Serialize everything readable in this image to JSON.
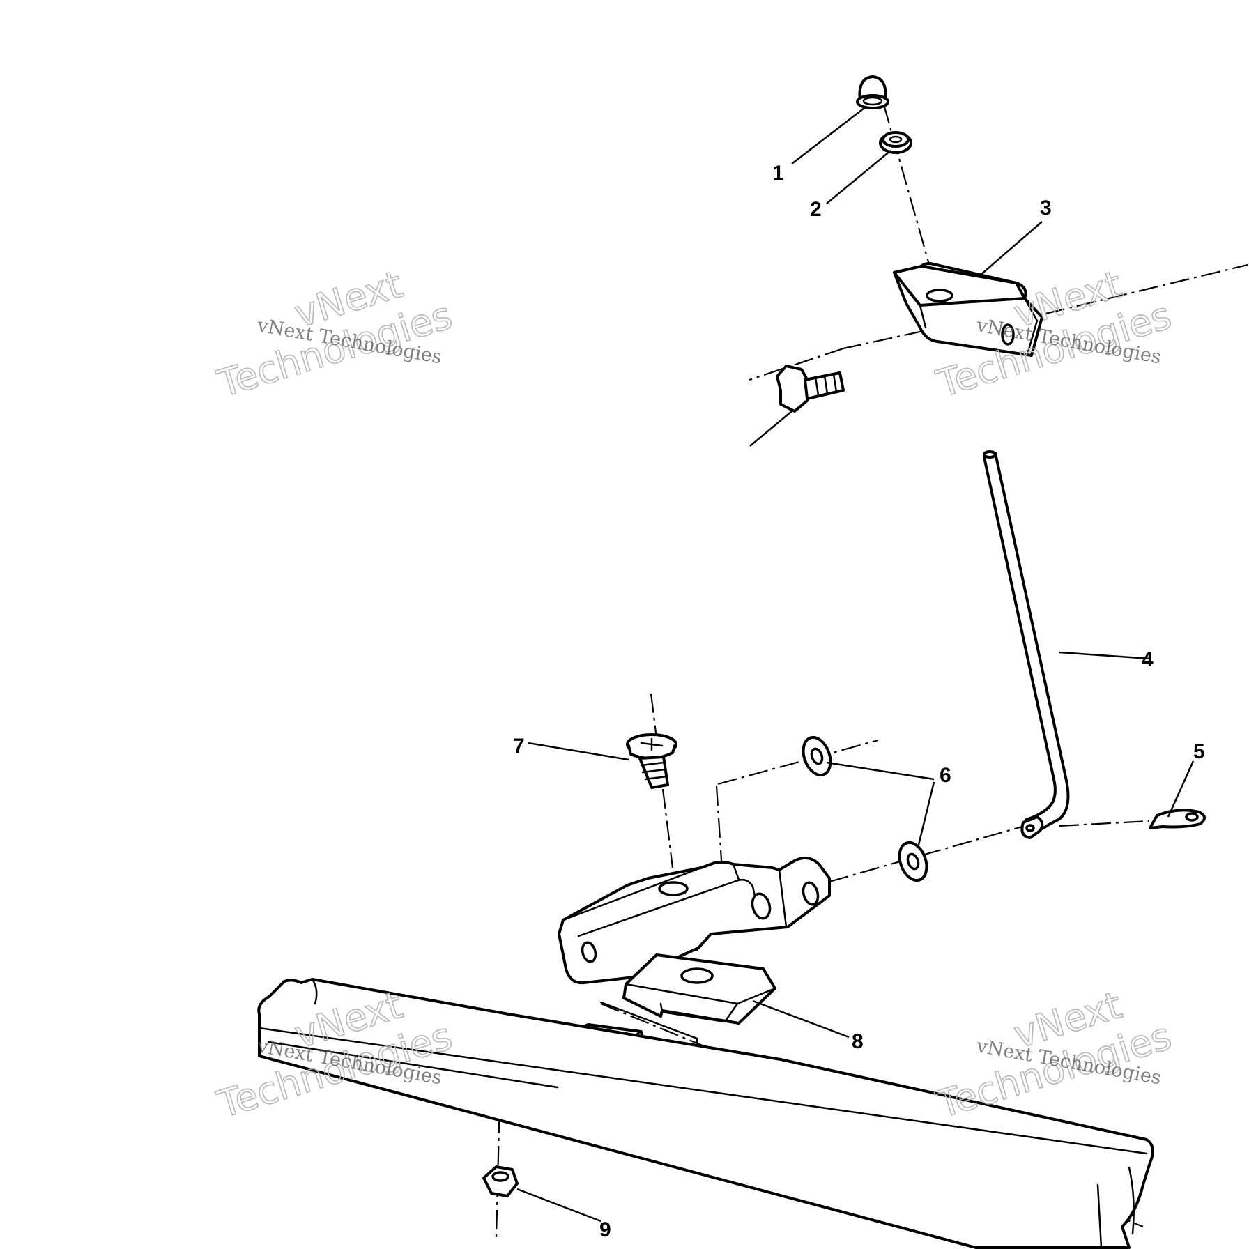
{
  "callouts": [
    {
      "id": "1",
      "label": "1"
    },
    {
      "id": "2",
      "label": "2"
    },
    {
      "id": "3",
      "label": "3"
    },
    {
      "id": "4",
      "label": "4"
    },
    {
      "id": "5",
      "label": "5"
    },
    {
      "id": "6",
      "label": "6"
    },
    {
      "id": "7",
      "label": "7"
    },
    {
      "id": "8",
      "label": "8"
    },
    {
      "id": "9",
      "label": "9"
    }
  ],
  "watermark": {
    "text_small": "vNext Technologies",
    "text_big_line1": "vNext",
    "text_big_line2": "Technologies"
  },
  "colors": {
    "line": "#000000",
    "background": "#ffffff",
    "watermark": "#b8b8b8"
  }
}
